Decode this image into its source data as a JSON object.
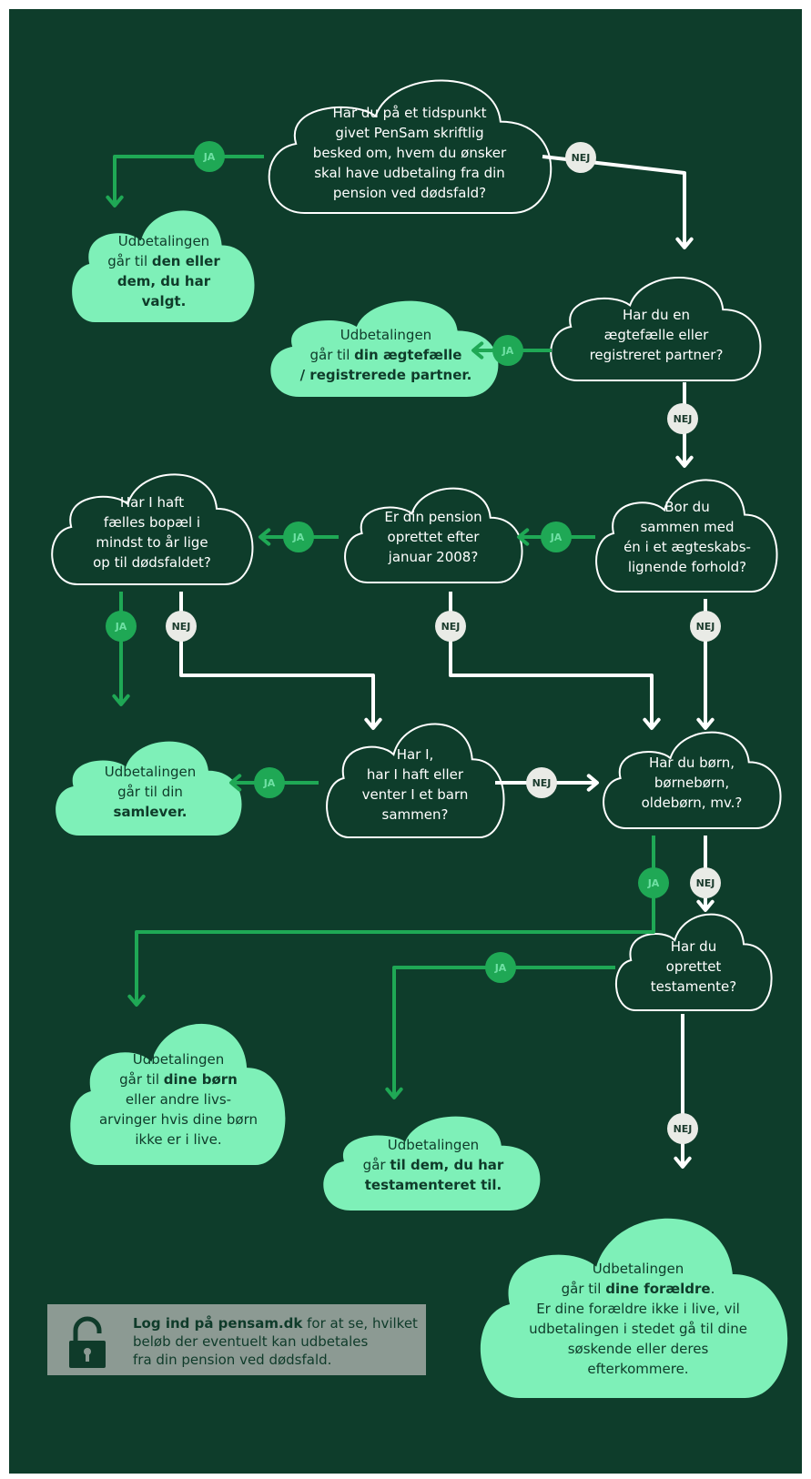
{
  "colors": {
    "background": "#0e3d2b",
    "answer_cloud": "#7ef0b8",
    "question_outline": "#ffffff",
    "ja_arrow": "#1fa855",
    "nej_arrow": "#ffffff",
    "login_box": "#8c9a93"
  },
  "labels": {
    "ja": "JA",
    "nej": "NEJ"
  },
  "q1": "Har du på et tidspunkt\ngivet PenSam skriftlig\nbesked om, hvem du ønsker\nskal have udbetaling fra din\npension ved dødsfald?",
  "a1": {
    "pre": "Udbetalingen\ngår til ",
    "bold": "den eller\ndem, du har\nvalgt.",
    "post": ""
  },
  "q2": "Har du en\nægtefælle eller\nregistreret partner?",
  "a2": {
    "pre": "Udbetalingen\ngår til ",
    "bold": "din ægtefælle\n/ registrerede partner.",
    "post": ""
  },
  "q3": "Bor du\nsammen med\nén i et ægteskabs-\nlignende forhold?",
  "q4": "Er din pension\noprettet efter\njanuar 2008?",
  "q5": "Har I haft\nfælles bopæl i\nmindst to år lige\nop til dødsfaldet?",
  "q6": "Har I,\nhar I haft eller\nventer I et barn\nsammen?",
  "a3": {
    "pre": "Udbetalingen\ngår til din\n",
    "bold": "samlever.",
    "post": ""
  },
  "q7": "Har du børn,\nbørnebørn,\noldebørn, mv.?",
  "a4": {
    "pre": "Udbetalingen\ngår til ",
    "bold": "dine børn",
    "post": "\neller andre livs-\narvinger hvis dine børn\nikke er i live."
  },
  "q8": "Har du\noprettet\ntestamente?",
  "a5": {
    "pre": "Udbetalingen\ngår ",
    "bold": "til dem, du har\ntestamenteret til.",
    "post": ""
  },
  "a6": {
    "pre": "Udbetalingen\ngår til ",
    "bold": "dine forældre",
    "post": ".\nEr dine forældre ikke i live, vil\nudbetalingen i stedet gå til dine\nsøskende eller deres\nefterkommere."
  },
  "login": {
    "bold": "Log ind på pensam.dk",
    "rest": " for at se, hvilket\nbeløb der eventuelt kan udbetales\nfra din pension ved dødsfald."
  }
}
